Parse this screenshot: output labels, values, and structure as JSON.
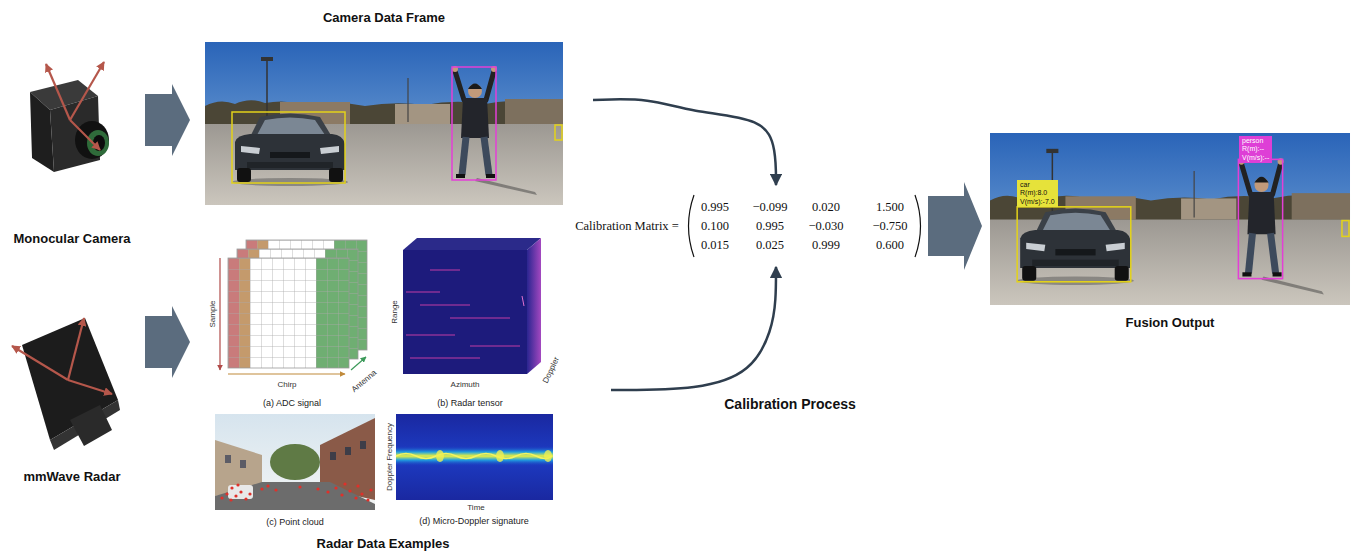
{
  "diagram": {
    "nodes": [
      {
        "text": [
          "Monocular Camera"
        ]
      },
      {
        "text": [
          "mmWave Radar"
        ]
      },
      {
        "text": [
          "Camera Data Frame"
        ]
      },
      {
        "text": [
          "Radar Data Examples"
        ]
      },
      {
        "text": [
          "(a) ADC signal",
          "Sample",
          "Chirp",
          "Antenna"
        ],
        "in": 3
      },
      {
        "text": [
          "(b) Radar tensor",
          "Range",
          "Azimuth",
          "Doppler"
        ],
        "in": 3
      },
      {
        "text": [
          "(c) Point cloud"
        ],
        "in": 3
      },
      {
        "text": [
          "(d) Micro-Doppler signature",
          "Doppler Frequency",
          "Time"
        ],
        "in": 3
      },
      {
        "text": [
          "Calibration Matrix =",
          "0.995",
          "−0.099",
          "0.020",
          "1.500",
          "0.100",
          "0.995",
          "−0.030",
          "−0.750",
          "0.015",
          "0.025",
          "0.999",
          "0.600"
        ]
      },
      {
        "text": [
          "Fusion Output"
        ]
      },
      {
        "text": [
          "car",
          "R(m):8.0",
          "V(m/s):-7.0"
        ],
        "in": 9
      },
      {
        "text": [
          "person",
          "R(m):--",
          "V(m/s):--"
        ],
        "in": 9
      }
    ],
    "edges": [
      {
        "from": 0,
        "to": 2,
        "arrow": "to"
      },
      {
        "from": 1,
        "to": 3,
        "arrow": "to"
      },
      {
        "from": 2,
        "to": 8,
        "arrow": "to"
      },
      {
        "from": 3,
        "to": 8,
        "arrow": "to"
      },
      {
        "from": 8,
        "to": 9,
        "arrow": "to"
      }
    ],
    "labels": [
      "Calibration Process"
    ]
  }
}
